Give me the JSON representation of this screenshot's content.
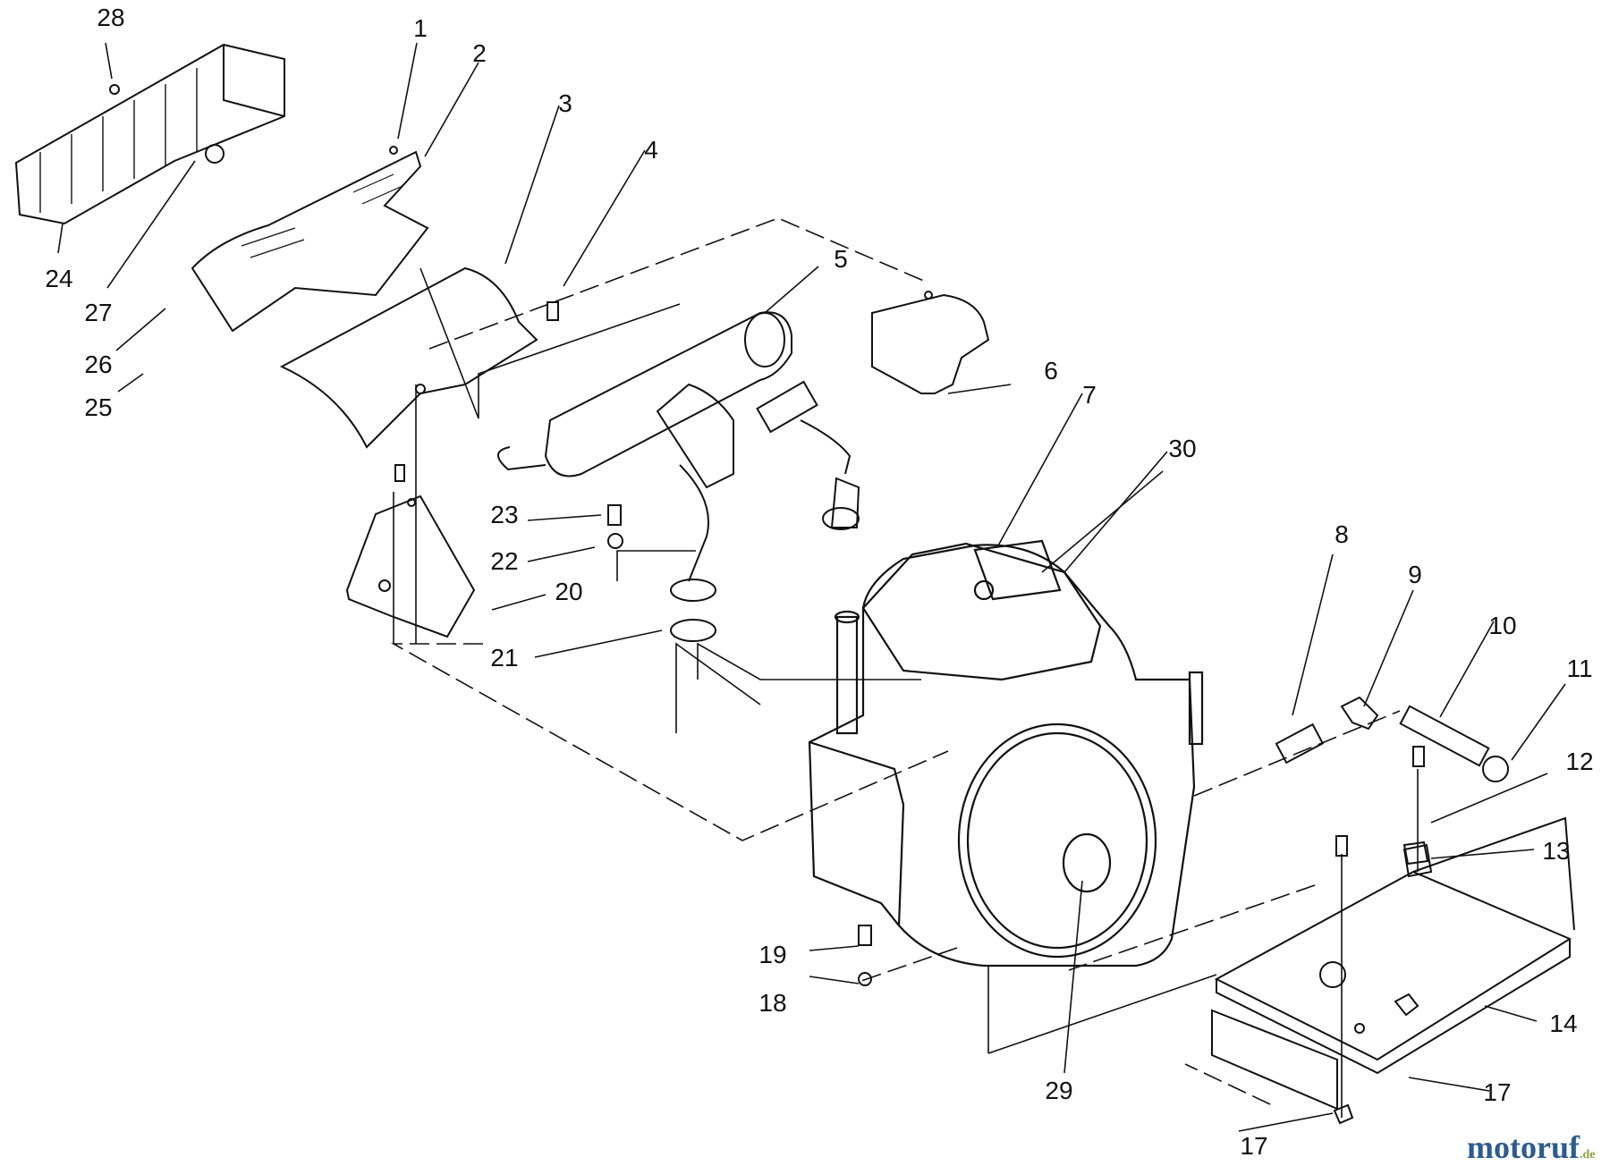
{
  "diagram": {
    "callouts": [
      "1",
      "2",
      "3",
      "4",
      "5",
      "6",
      "7",
      "8",
      "9",
      "10",
      "11",
      "12",
      "13",
      "14",
      "17",
      "17",
      "18",
      "19",
      "20",
      "21",
      "22",
      "23",
      "24",
      "25",
      "26",
      "27",
      "28",
      "29",
      "30"
    ]
  },
  "watermark": {
    "text": "motoruf",
    "suffix": ".de"
  }
}
